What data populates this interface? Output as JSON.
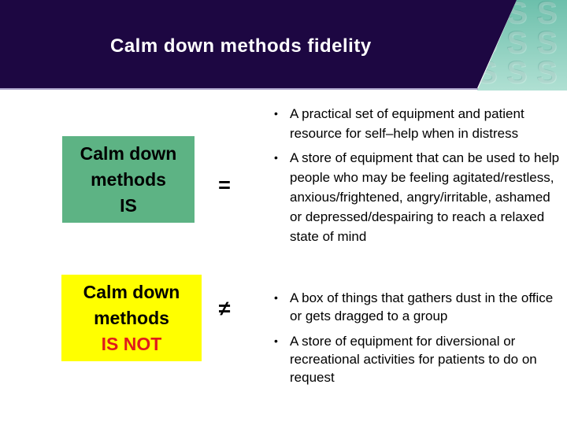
{
  "slide_title": "Calm down methods fidelity",
  "is_section": {
    "box_lines": [
      "Calm down",
      "methods",
      "IS"
    ],
    "operator": "=",
    "bullets": [
      "A practical set of equipment and patient resource for self–help when in distress",
      "A store of equipment that can be used to help people who may be feeling agitated/restless, anxious/frightened, angry/irritable, ashamed or depressed/despairing to reach a relaxed state of mind"
    ]
  },
  "is_not_section": {
    "box_lines": [
      "Calm down",
      "methods",
      "IS NOT"
    ],
    "operator": "≠",
    "bullets": [
      "A  box of things that gathers dust in the office or gets dragged to a group",
      "A store of equipment for diversional or recreational activities for patients to do on request"
    ]
  },
  "decor": {
    "corner_pattern_letter": "S"
  },
  "colors": {
    "banner_purple": "#1d0742",
    "banner_underline_lavender": "#aaa2c8",
    "corner_teal_top": "#6cbfab",
    "corner_teal_bottom": "#b0e0d3",
    "is_box_green": "#5db384",
    "is_not_box_yellow": "#ffff00",
    "is_not_text_red": "#e01b1b",
    "title_text": "#ffffff",
    "body_text": "#000000"
  }
}
